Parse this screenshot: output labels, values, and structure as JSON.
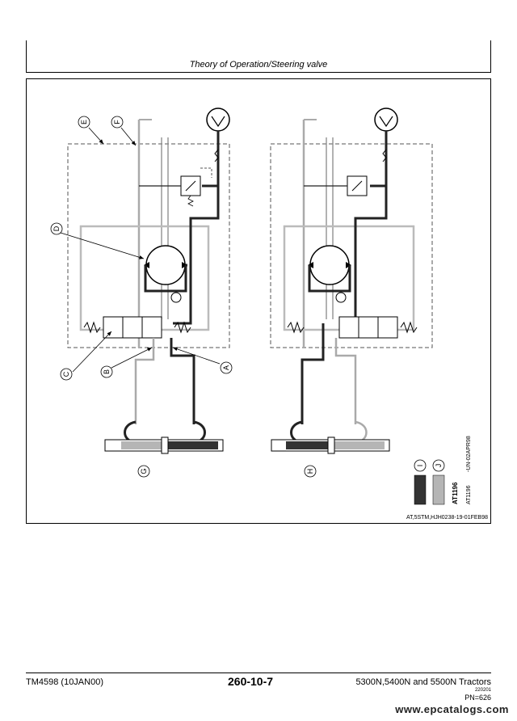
{
  "header": {
    "section_title": "Theory of Operation/Steering valve"
  },
  "figure": {
    "callouts": [
      "A",
      "B",
      "C",
      "D",
      "E",
      "F"
    ],
    "view_labels": [
      "G",
      "H"
    ],
    "legend": [
      "I",
      "J"
    ],
    "legend_colors": {
      "I": "#333333",
      "J": "#b5b5b5"
    },
    "ref_code": "AT1196",
    "ref_code_small": "AT1196",
    "date_vertical": "-UN-02APR98",
    "figure_id": "AT,5STM,HJH0238-19-01FEB98"
  },
  "footer": {
    "doc_id": "TM4598 (10JAN00)",
    "page_number": "260-10-7",
    "models": "5300N,5400N and 5500N Tractors",
    "date_code": "220201",
    "pn": "PN=626",
    "watermark": "www.epcatalogs.com"
  }
}
